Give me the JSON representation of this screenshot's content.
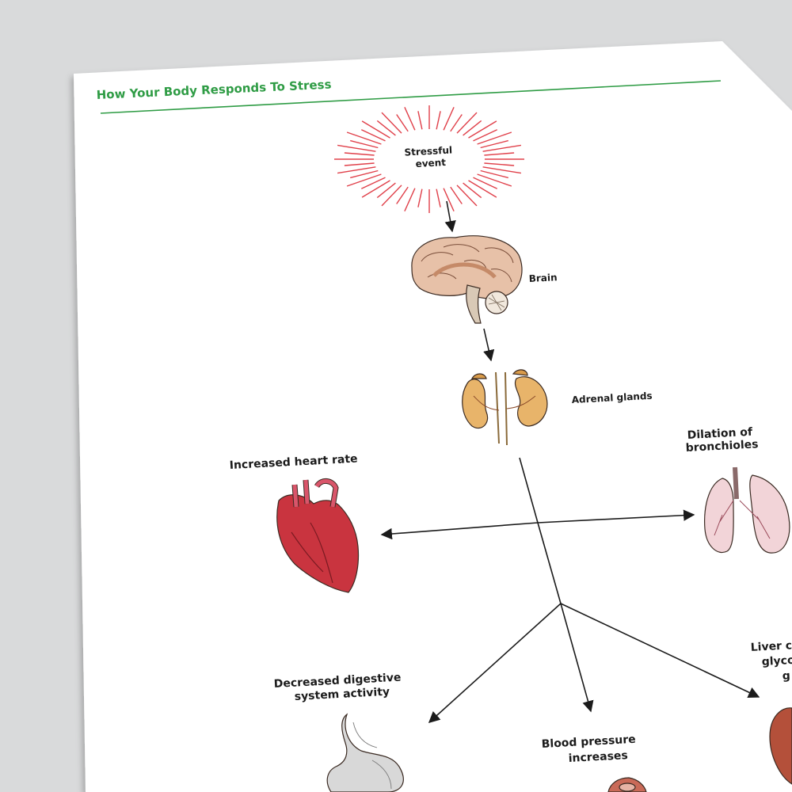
{
  "document": {
    "title": "How Your Body Responds To Stress",
    "colors": {
      "title": "#2f9c45",
      "burst": "#e0404a",
      "heart": "#c9343f",
      "lungs": "#f2d4d8",
      "brain": "#e7c1a8",
      "kidney": "#e8b46a",
      "stomach": "#d8d8d8",
      "liver": "#b4503a"
    }
  },
  "nodes": {
    "stress_event": {
      "line1": "Stressful",
      "line2": "event",
      "icon": "starburst-icon"
    },
    "brain": {
      "label": "Brain",
      "icon": "brain-icon"
    },
    "adrenal": {
      "label": "Adrenal glands",
      "icon": "adrenal-glands-icon"
    },
    "heart": {
      "label": "Increased heart rate",
      "icon": "heart-icon"
    },
    "lungs": {
      "line1": "Dilation of",
      "line2": "bronchioles",
      "icon": "lungs-icon"
    },
    "digestive": {
      "line1": "Decreased digestive",
      "line2": "system activity",
      "icon": "stomach-icon"
    },
    "blood_pressure": {
      "line1": "Blood pressure",
      "line2": "increases",
      "icon": "blood-vessel-icon"
    },
    "liver": {
      "line1": "Liver c",
      "line2": "glyco",
      "line3": "g",
      "icon": "liver-icon"
    }
  }
}
